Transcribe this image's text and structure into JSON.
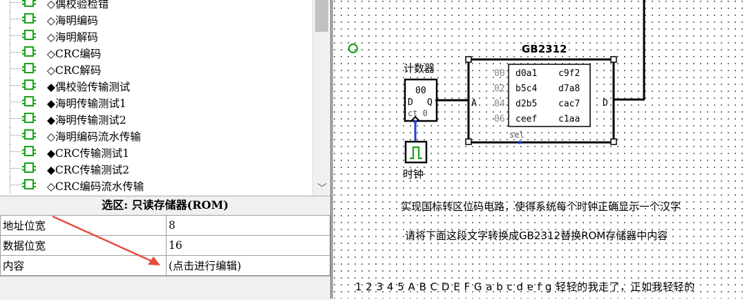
{
  "tree": {
    "items": [
      {
        "label": "◇偶校验检错"
      },
      {
        "label": "◇海明编码"
      },
      {
        "label": "◇海明解码"
      },
      {
        "label": "◇CRC编码"
      },
      {
        "label": "◇CRC解码"
      },
      {
        "label": "◆偶校验传输测试"
      },
      {
        "label": "◆海明传输测试1"
      },
      {
        "label": "◆海明传输测试2"
      },
      {
        "label": "◇海明编码流水传输"
      },
      {
        "label": "◆CRC传输测试1"
      },
      {
        "label": "◆CRC传输测试2"
      },
      {
        "label": "◇CRC编码流水传输"
      }
    ]
  },
  "properties": {
    "title": "选区: 只读存储器(ROM)",
    "rows": [
      {
        "key": "地址位宽",
        "value": "8"
      },
      {
        "key": "数据位宽",
        "value": "16"
      },
      {
        "key": "内容",
        "value": "(点击进行编辑)"
      }
    ]
  },
  "circuit": {
    "rom_label": "GB2312",
    "counter_label": "计数器",
    "clock_label": "时钟",
    "counter_value": "00",
    "counter_d": "D",
    "counter_q": "Q",
    "counter_ct": "ct 0",
    "rom_a": "A",
    "rom_d": "D",
    "rom_sel": "sel",
    "rom_rows": [
      {
        "addr": "00",
        "v1": "d0a1",
        "v2": "c9f2"
      },
      {
        "addr": "02",
        "v1": "b5c4",
        "v2": "d7a8"
      },
      {
        "addr": "04",
        "v1": "d2b5",
        "v2": "cac7"
      },
      {
        "addr": "06",
        "v1": "ceef",
        "v2": "c1aa"
      }
    ]
  },
  "notes": {
    "line1": "实现国标转区位码电路，使得系统每个时钟正确显示一个汉字",
    "line2": "请将下面这段文字转换成GB2312替换ROM存储器中内容",
    "line3": "1 2 3 4 5 A B C D E F G a b c d e f g 轻轻的我走了，正如我轻轻的"
  },
  "colors": {
    "wire": "#000000",
    "blue_wire": "#1f3fd6",
    "green": "#16a316",
    "arrow": "#e84c3d"
  }
}
